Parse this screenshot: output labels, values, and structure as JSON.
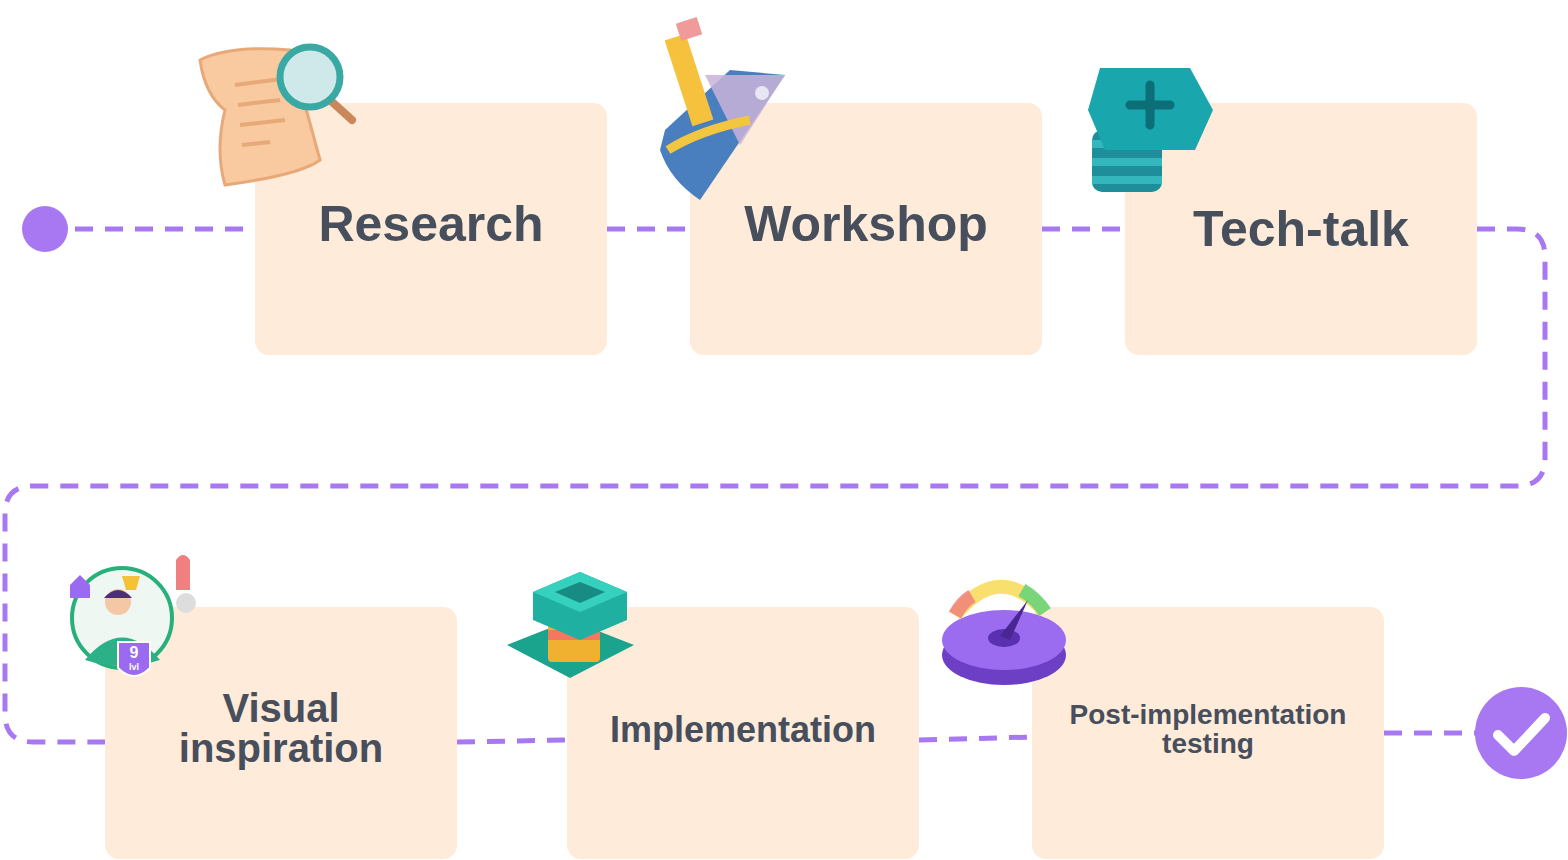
{
  "diagram": {
    "nodes": [
      {
        "text": [
          "Research"
        ]
      },
      {
        "text": [
          "Workshop"
        ]
      },
      {
        "text": [
          "Tech-talk"
        ]
      },
      {
        "text": [
          "Visual inspiration"
        ]
      },
      {
        "text": [
          "Implementation"
        ]
      },
      {
        "text": [
          "Post-implementation testing"
        ]
      }
    ],
    "edges": [
      {
        "from": 0,
        "to": 1,
        "arrow": "none"
      },
      {
        "from": 1,
        "to": 2,
        "arrow": "none"
      },
      {
        "from": 2,
        "to": 3,
        "arrow": "none"
      },
      {
        "from": 3,
        "to": 4,
        "arrow": "none"
      },
      {
        "from": 4,
        "to": 5,
        "arrow": "none"
      }
    ],
    "labels": [
      "9",
      "lvl"
    ]
  }
}
